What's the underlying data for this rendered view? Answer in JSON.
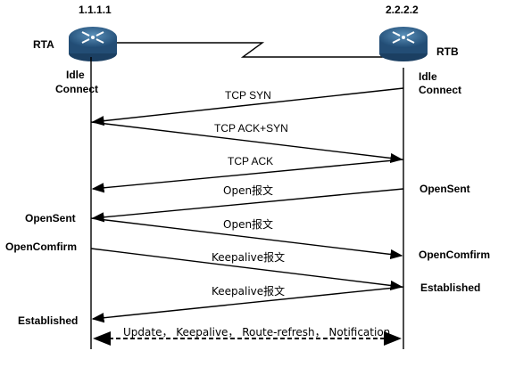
{
  "routers": {
    "left": {
      "ip": "1.1.1.1",
      "name": "RTA",
      "state_initial": "Idle Connect"
    },
    "right": {
      "ip": "2.2.2.2",
      "name": "RTB",
      "state_initial": "Idle Connect"
    }
  },
  "messages": [
    {
      "label": "TCP SYN"
    },
    {
      "label": "TCP ACK+SYN"
    },
    {
      "label": "TCP ACK"
    },
    {
      "label": "Open报文"
    },
    {
      "label": "Open报文"
    },
    {
      "label": "Keepalive报文"
    },
    {
      "label": "Keepalive报文"
    }
  ],
  "states_left": [
    "OpenSent",
    "OpenComfirm",
    "Established"
  ],
  "states_right": [
    "OpenSent",
    "OpenComfirm",
    "Established"
  ],
  "bottom_exchange": "Update，  Keepalive，  Route-refresh，  Notification"
}
